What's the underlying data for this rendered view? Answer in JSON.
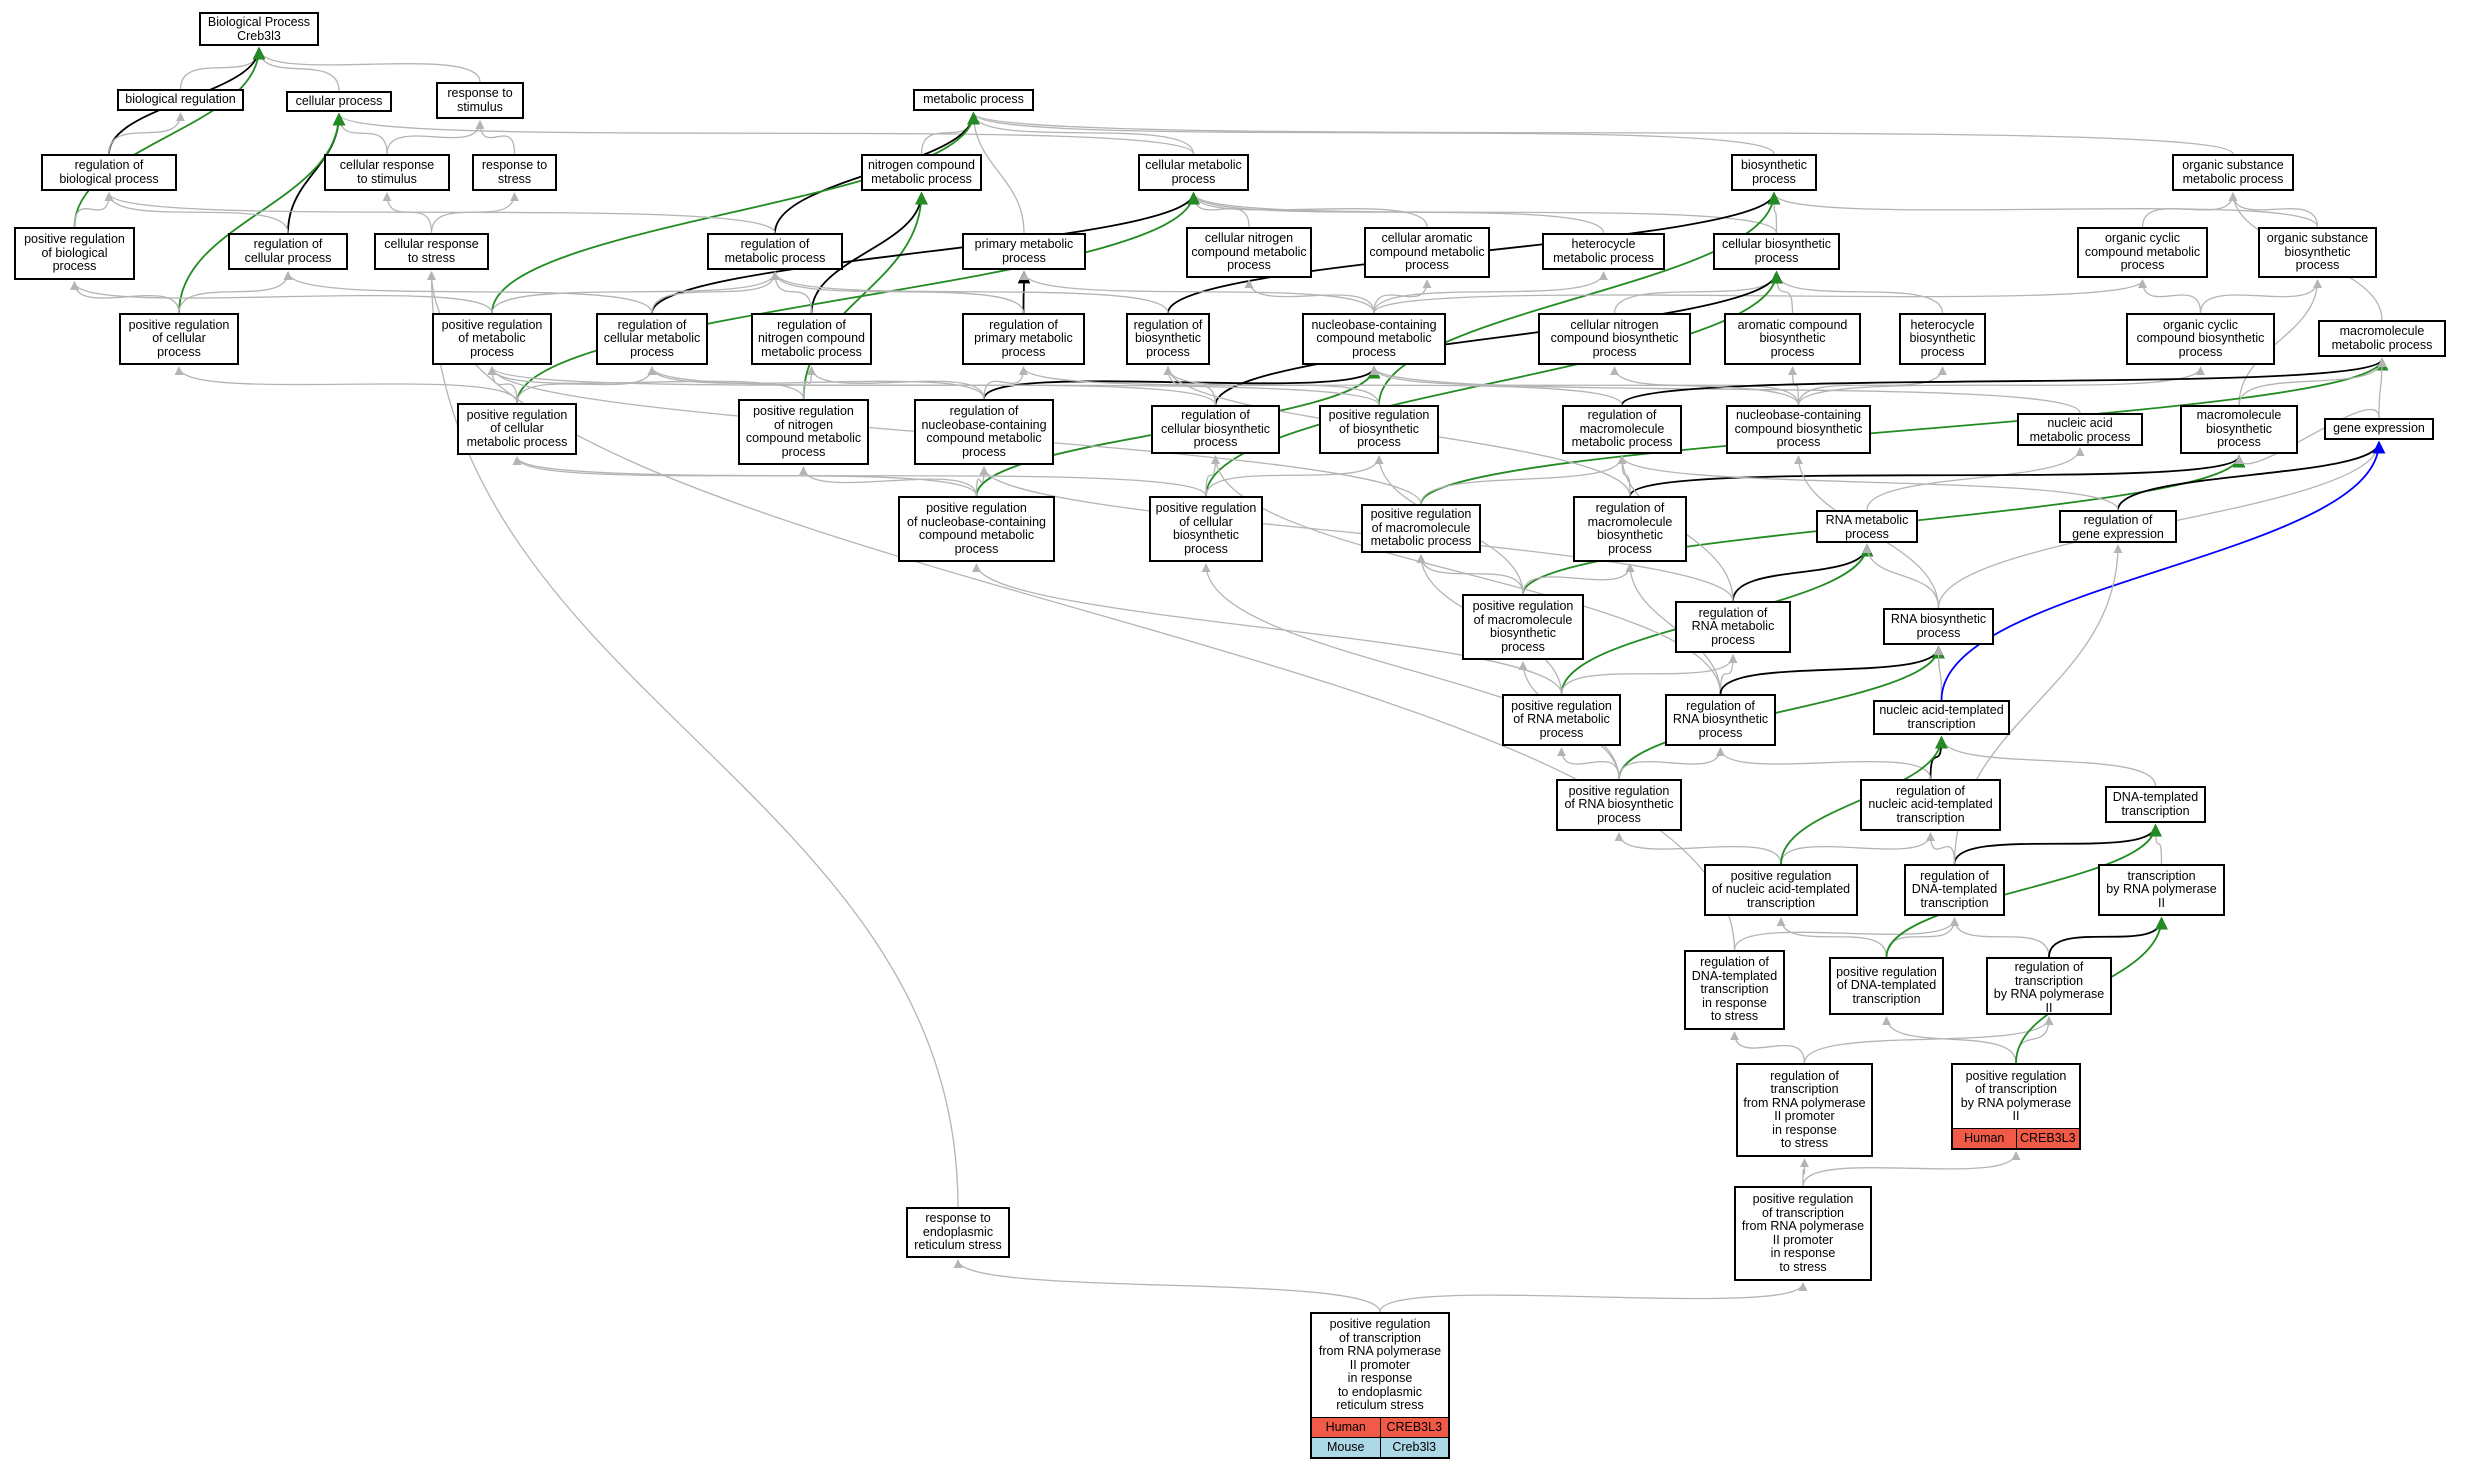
{
  "colors": {
    "default_edge": "#b4b4b4",
    "is_a": "#000000",
    "positively_regulates": "#228b22",
    "part_of": "#0000ff",
    "human": "#f15a46",
    "mouse": "#add8e6"
  },
  "nodes": [
    {
      "id": "bp",
      "label": "Biological Process\nCreb3l3"
    },
    {
      "id": "bioreg",
      "label": "biological regulation"
    },
    {
      "id": "cellproc",
      "label": "cellular process"
    },
    {
      "id": "resp_stim",
      "label": "response to\nstimulus"
    },
    {
      "id": "metab",
      "label": "metabolic process"
    },
    {
      "id": "reg_bio",
      "label": "regulation of\nbiological process"
    },
    {
      "id": "cell_resp_stim",
      "label": "cellular response\nto stimulus"
    },
    {
      "id": "resp_stress",
      "label": "response to\nstress"
    },
    {
      "id": "nitro_metab",
      "label": "nitrogen compound\nmetabolic process"
    },
    {
      "id": "cell_metab",
      "label": "cellular metabolic\nprocess"
    },
    {
      "id": "biosyn",
      "label": "biosynthetic\nprocess"
    },
    {
      "id": "org_sub_metab",
      "label": "organic substance\nmetabolic process"
    },
    {
      "id": "pos_reg_bio",
      "label": "positive regulation\nof biological\nprocess"
    },
    {
      "id": "reg_cell_proc",
      "label": "regulation of\ncellular process"
    },
    {
      "id": "cell_resp_stress",
      "label": "cellular response\nto stress"
    },
    {
      "id": "reg_metab",
      "label": "regulation of\nmetabolic process"
    },
    {
      "id": "prim_metab",
      "label": "primary metabolic\nprocess"
    },
    {
      "id": "cell_nitro_metab",
      "label": "cellular nitrogen\ncompound metabolic\nprocess"
    },
    {
      "id": "cell_arom_metab",
      "label": "cellular aromatic\ncompound metabolic\nprocess"
    },
    {
      "id": "hetero_metab",
      "label": "heterocycle\nmetabolic process"
    },
    {
      "id": "cell_biosyn",
      "label": "cellular biosynthetic\nprocess"
    },
    {
      "id": "org_cyc_metab",
      "label": "organic cyclic\ncompound metabolic\nprocess"
    },
    {
      "id": "org_sub_biosyn",
      "label": "organic substance\nbiosynthetic\nprocess"
    },
    {
      "id": "pos_reg_cell_proc",
      "label": "positive regulation\nof cellular\nprocess"
    },
    {
      "id": "pos_reg_metab",
      "label": "positive regulation\nof metabolic\nprocess"
    },
    {
      "id": "reg_cell_metab",
      "label": "regulation of\ncellular metabolic\nprocess"
    },
    {
      "id": "reg_nitro_metab",
      "label": "regulation of\nnitrogen compound\nmetabolic process"
    },
    {
      "id": "reg_prim_metab",
      "label": "regulation of\nprimary metabolic\nprocess"
    },
    {
      "id": "reg_biosyn",
      "label": "regulation of\nbiosynthetic\nprocess"
    },
    {
      "id": "nucbase_metab",
      "label": "nucleobase-containing\ncompound metabolic\nprocess"
    },
    {
      "id": "cell_nitro_biosyn",
      "label": "cellular nitrogen\ncompound biosynthetic\nprocess"
    },
    {
      "id": "arom_biosyn",
      "label": "aromatic compound\nbiosynthetic\nprocess"
    },
    {
      "id": "hetero_biosyn",
      "label": "heterocycle\nbiosynthetic\nprocess"
    },
    {
      "id": "org_cyc_biosyn",
      "label": "organic cyclic\ncompound biosynthetic\nprocess"
    },
    {
      "id": "macro_metab",
      "label": "macromolecule\nmetabolic process"
    },
    {
      "id": "pos_reg_cell_metab",
      "label": "positive regulation\nof cellular\nmetabolic process"
    },
    {
      "id": "pos_reg_nitro",
      "label": "positive regulation\nof nitrogen\ncompound metabolic\nprocess"
    },
    {
      "id": "reg_nucbase",
      "label": "regulation of\nnucleobase-containing\ncompound metabolic\nprocess"
    },
    {
      "id": "reg_cell_biosyn",
      "label": "regulation of\ncellular biosynthetic\nprocess"
    },
    {
      "id": "pos_reg_biosyn",
      "label": "positive regulation\nof biosynthetic\nprocess"
    },
    {
      "id": "reg_macro_metab",
      "label": "regulation of\nmacromolecule\nmetabolic process"
    },
    {
      "id": "nucbase_biosyn",
      "label": "nucleobase-containing\ncompound biosynthetic\nprocess"
    },
    {
      "id": "nucacid_metab",
      "label": "nucleic acid\nmetabolic process"
    },
    {
      "id": "macro_biosyn",
      "label": "macromolecule\nbiosynthetic\nprocess"
    },
    {
      "id": "gene_expr",
      "label": "gene expression"
    },
    {
      "id": "pos_reg_nucbase",
      "label": "positive regulation\nof nucleobase-containing\ncompound metabolic\nprocess"
    },
    {
      "id": "pos_reg_cell_biosyn",
      "label": "positive regulation\nof cellular\nbiosynthetic\nprocess"
    },
    {
      "id": "pos_reg_macro_metab",
      "label": "positive regulation\nof macromolecule\nmetabolic process"
    },
    {
      "id": "reg_macro_biosyn",
      "label": "regulation of\nmacromolecule\nbiosynthetic\nprocess"
    },
    {
      "id": "rna_metab",
      "label": "RNA metabolic\nprocess"
    },
    {
      "id": "reg_gene_expr",
      "label": "regulation of\ngene expression"
    },
    {
      "id": "pos_reg_macro_biosyn",
      "label": "positive regulation\nof macromolecule\nbiosynthetic\nprocess"
    },
    {
      "id": "reg_rna_metab",
      "label": "regulation of\nRNA metabolic\nprocess"
    },
    {
      "id": "rna_biosyn",
      "label": "RNA biosynthetic\nprocess"
    },
    {
      "id": "pos_reg_rna_metab",
      "label": "positive regulation\nof RNA metabolic\nprocess"
    },
    {
      "id": "reg_rna_biosyn",
      "label": "regulation of\nRNA biosynthetic\nprocess"
    },
    {
      "id": "nucacid_transc",
      "label": "nucleic acid-templated\ntranscription"
    },
    {
      "id": "pos_reg_rna_biosyn",
      "label": "positive regulation\nof RNA biosynthetic\nprocess"
    },
    {
      "id": "reg_nucacid_transc",
      "label": "regulation of\nnucleic acid-templated\ntranscription"
    },
    {
      "id": "dna_transc",
      "label": "DNA-templated\ntranscription"
    },
    {
      "id": "pos_reg_nucacid_transc",
      "label": "positive regulation\nof nucleic acid-templated\ntranscription"
    },
    {
      "id": "reg_dna_transc",
      "label": "regulation of\nDNA-templated\ntranscription"
    },
    {
      "id": "transc_pol2",
      "label": "transcription\nby RNA polymerase\nII"
    },
    {
      "id": "reg_dna_transc_stress",
      "label": "regulation of\nDNA-templated\ntranscription\nin response\nto stress"
    },
    {
      "id": "pos_reg_dna_transc",
      "label": "positive regulation\nof DNA-templated\ntranscription"
    },
    {
      "id": "reg_transc_pol2",
      "label": "regulation of\ntranscription\nby RNA polymerase\nII"
    },
    {
      "id": "reg_transc_pol2_prom_stress",
      "label": "regulation of\ntranscription\nfrom RNA polymerase\nII promoter\nin response\nto stress"
    },
    {
      "id": "pos_reg_transc_pol2",
      "label": "positive regulation\nof transcription\nby RNA polymerase\nII",
      "rows": [
        {
          "species": "Human",
          "gene": "CREB3L3",
          "color": "#f15a46"
        }
      ]
    },
    {
      "id": "resp_er_stress",
      "label": "response to\nendoplasmic\nreticulum stress"
    },
    {
      "id": "pos_reg_transc_pol2_prom_stress",
      "label": "positive regulation\nof transcription\nfrom RNA polymerase\nII promoter\nin response\nto stress"
    },
    {
      "id": "target",
      "label": "positive regulation\nof transcription\nfrom RNA polymerase\nII promoter\nin response\nto endoplasmic\nreticulum stress",
      "rows": [
        {
          "species": "Human",
          "gene": "CREB3L3",
          "color": "#f15a46"
        },
        {
          "species": "Mouse",
          "gene": "Creb3l3",
          "color": "#add8e6"
        }
      ]
    }
  ],
  "edges": [
    [
      "bioreg",
      "bp",
      "default"
    ],
    [
      "cellproc",
      "bp",
      "default"
    ],
    [
      "resp_stim",
      "bp",
      "default"
    ],
    [
      "reg_bio",
      "bp",
      "is_a"
    ],
    [
      "pos_reg_bio",
      "bp",
      "positively_regulates"
    ],
    [
      "reg_bio",
      "bioreg",
      "default"
    ],
    [
      "cell_resp_stim",
      "cellproc",
      "default"
    ],
    [
      "cell_resp_stim",
      "resp_stim",
      "default"
    ],
    [
      "resp_stress",
      "resp_stim",
      "default"
    ],
    [
      "cell_metab",
      "cellproc",
      "default"
    ],
    [
      "reg_cell_proc",
      "cellproc",
      "is_a"
    ],
    [
      "pos_reg_cell_proc",
      "cellproc",
      "positively_regulates"
    ],
    [
      "nitro_metab",
      "metab",
      "default"
    ],
    [
      "cell_metab",
      "metab",
      "default"
    ],
    [
      "biosyn",
      "metab",
      "default"
    ],
    [
      "org_sub_metab",
      "metab",
      "default"
    ],
    [
      "prim_metab",
      "metab",
      "default"
    ],
    [
      "reg_metab",
      "metab",
      "is_a"
    ],
    [
      "pos_reg_metab",
      "metab",
      "positively_regulates"
    ],
    [
      "pos_reg_bio",
      "reg_bio",
      "default"
    ],
    [
      "reg_cell_proc",
      "reg_bio",
      "default"
    ],
    [
      "reg_metab",
      "reg_bio",
      "default"
    ],
    [
      "cell_resp_stress",
      "cell_resp_stim",
      "default"
    ],
    [
      "cell_resp_stress",
      "resp_stress",
      "default"
    ],
    [
      "reg_nitro_metab",
      "nitro_metab",
      "is_a"
    ],
    [
      "pos_reg_nitro",
      "nitro_metab",
      "positively_regulates"
    ],
    [
      "cell_nitro_metab",
      "cell_metab",
      "default"
    ],
    [
      "cell_arom_metab",
      "cell_metab",
      "default"
    ],
    [
      "hetero_metab",
      "cell_metab",
      "default"
    ],
    [
      "cell_biosyn",
      "cell_metab",
      "default"
    ],
    [
      "reg_cell_metab",
      "cell_metab",
      "is_a"
    ],
    [
      "pos_reg_cell_metab",
      "cell_metab",
      "positively_regulates"
    ],
    [
      "cell_biosyn",
      "biosyn",
      "default"
    ],
    [
      "org_sub_biosyn",
      "biosyn",
      "default"
    ],
    [
      "reg_biosyn",
      "biosyn",
      "is_a"
    ],
    [
      "pos_reg_biosyn",
      "biosyn",
      "positively_regulates"
    ],
    [
      "org_cyc_metab",
      "org_sub_metab",
      "default"
    ],
    [
      "org_sub_biosyn",
      "org_sub_metab",
      "default"
    ],
    [
      "macro_metab",
      "org_sub_metab",
      "default"
    ],
    [
      "pos_reg_cell_proc",
      "pos_reg_bio",
      "default"
    ],
    [
      "pos_reg_cell_proc",
      "reg_cell_proc",
      "default"
    ],
    [
      "reg_cell_metab",
      "reg_cell_proc",
      "default"
    ],
    [
      "reg_prim_metab",
      "prim_metab",
      "is_a"
    ],
    [
      "nucbase_metab",
      "cell_nitro_metab",
      "default"
    ],
    [
      "nucbase_metab",
      "hetero_metab",
      "default"
    ],
    [
      "nucbase_metab",
      "cell_arom_metab",
      "default"
    ],
    [
      "nucbase_metab",
      "org_cyc_metab",
      "default"
    ],
    [
      "nucbase_metab",
      "prim_metab",
      "default"
    ],
    [
      "cell_nitro_biosyn",
      "cell_biosyn",
      "default"
    ],
    [
      "arom_biosyn",
      "cell_biosyn",
      "default"
    ],
    [
      "hetero_biosyn",
      "cell_biosyn",
      "default"
    ],
    [
      "reg_cell_biosyn",
      "cell_biosyn",
      "is_a"
    ],
    [
      "pos_reg_cell_biosyn",
      "cell_biosyn",
      "positively_regulates"
    ],
    [
      "org_cyc_biosyn",
      "org_cyc_metab",
      "default"
    ],
    [
      "org_cyc_biosyn",
      "org_sub_biosyn",
      "default"
    ],
    [
      "macro_biosyn",
      "org_sub_biosyn",
      "default"
    ],
    [
      "pos_reg_metab",
      "pos_reg_bio",
      "default"
    ],
    [
      "pos_reg_metab",
      "reg_metab",
      "default"
    ],
    [
      "reg_cell_metab",
      "reg_metab",
      "default"
    ],
    [
      "reg_nitro_metab",
      "reg_metab",
      "default"
    ],
    [
      "reg_prim_metab",
      "reg_metab",
      "default"
    ],
    [
      "reg_biosyn",
      "reg_metab",
      "default"
    ],
    [
      "reg_nucbase",
      "nucbase_metab",
      "is_a"
    ],
    [
      "pos_reg_nucbase",
      "nucbase_metab",
      "positively_regulates"
    ],
    [
      "nucacid_metab",
      "nucbase_metab",
      "default"
    ],
    [
      "nucbase_biosyn",
      "cell_nitro_biosyn",
      "default"
    ],
    [
      "nucbase_biosyn",
      "arom_biosyn",
      "default"
    ],
    [
      "nucbase_biosyn",
      "hetero_biosyn",
      "default"
    ],
    [
      "nucbase_biosyn",
      "org_cyc_biosyn",
      "default"
    ],
    [
      "reg_macro_metab",
      "macro_metab",
      "is_a"
    ],
    [
      "pos_reg_macro_metab",
      "macro_metab",
      "positively_regulates"
    ],
    [
      "macro_biosyn",
      "macro_metab",
      "default"
    ],
    [
      "gene_expr",
      "macro_metab",
      "default"
    ],
    [
      "pos_reg_cell_metab",
      "pos_reg_cell_proc",
      "default"
    ],
    [
      "pos_reg_cell_metab",
      "reg_cell_metab",
      "default"
    ],
    [
      "pos_reg_cell_metab",
      "pos_reg_metab",
      "default"
    ],
    [
      "pos_reg_nitro",
      "pos_reg_metab",
      "default"
    ],
    [
      "pos_reg_nitro",
      "reg_nitro_metab",
      "default"
    ],
    [
      "reg_nucbase",
      "reg_cell_metab",
      "default"
    ],
    [
      "reg_nucbase",
      "reg_nitro_metab",
      "default"
    ],
    [
      "reg_nucbase",
      "reg_prim_metab",
      "default"
    ],
    [
      "reg_cell_biosyn",
      "reg_biosyn",
      "default"
    ],
    [
      "reg_cell_biosyn",
      "reg_cell_metab",
      "default"
    ],
    [
      "pos_reg_biosyn",
      "reg_biosyn",
      "default"
    ],
    [
      "pos_reg_biosyn",
      "pos_reg_metab",
      "default"
    ],
    [
      "reg_macro_metab",
      "reg_prim_metab",
      "default"
    ],
    [
      "nucbase_biosyn",
      "nucbase_metab",
      "default"
    ],
    [
      "rna_metab",
      "nucacid_metab",
      "default"
    ],
    [
      "reg_macro_biosyn",
      "macro_biosyn",
      "is_a"
    ],
    [
      "pos_reg_macro_biosyn",
      "macro_biosyn",
      "positively_regulates"
    ],
    [
      "gene_expr",
      "macro_biosyn",
      "default"
    ],
    [
      "reg_gene_expr",
      "gene_expr",
      "is_a"
    ],
    [
      "pos_reg_nucbase",
      "reg_nucbase",
      "default"
    ],
    [
      "pos_reg_nucbase",
      "pos_reg_cell_metab",
      "default"
    ],
    [
      "pos_reg_nucbase",
      "pos_reg_nitro",
      "default"
    ],
    [
      "pos_reg_cell_biosyn",
      "reg_cell_biosyn",
      "default"
    ],
    [
      "pos_reg_cell_biosyn",
      "pos_reg_biosyn",
      "default"
    ],
    [
      "pos_reg_cell_biosyn",
      "pos_reg_cell_metab",
      "default"
    ],
    [
      "pos_reg_macro_metab",
      "reg_macro_metab",
      "default"
    ],
    [
      "pos_reg_macro_metab",
      "pos_reg_metab",
      "default"
    ],
    [
      "reg_macro_biosyn",
      "reg_macro_metab",
      "default"
    ],
    [
      "reg_macro_biosyn",
      "reg_biosyn",
      "default"
    ],
    [
      "reg_rna_metab",
      "rna_metab",
      "is_a"
    ],
    [
      "pos_reg_rna_metab",
      "rna_metab",
      "positively_regulates"
    ],
    [
      "rna_biosyn",
      "rna_metab",
      "default"
    ],
    [
      "rna_biosyn",
      "nucbase_biosyn",
      "default"
    ],
    [
      "rna_biosyn",
      "gene_expr",
      "default"
    ],
    [
      "reg_gene_expr",
      "reg_macro_metab",
      "default"
    ],
    [
      "pos_reg_macro_biosyn",
      "reg_macro_biosyn",
      "default"
    ],
    [
      "pos_reg_macro_biosyn",
      "pos_reg_biosyn",
      "default"
    ],
    [
      "pos_reg_macro_biosyn",
      "pos_reg_macro_metab",
      "default"
    ],
    [
      "reg_rna_metab",
      "reg_nucbase",
      "default"
    ],
    [
      "reg_rna_metab",
      "reg_macro_metab",
      "default"
    ],
    [
      "pos_reg_rna_metab",
      "reg_rna_metab",
      "default"
    ],
    [
      "pos_reg_rna_metab",
      "pos_reg_nucbase",
      "default"
    ],
    [
      "pos_reg_rna_metab",
      "pos_reg_macro_metab",
      "default"
    ],
    [
      "reg_rna_biosyn",
      "reg_rna_metab",
      "default"
    ],
    [
      "reg_rna_biosyn",
      "reg_cell_biosyn",
      "default"
    ],
    [
      "reg_rna_biosyn",
      "reg_macro_biosyn",
      "default"
    ],
    [
      "reg_rna_biosyn",
      "rna_biosyn",
      "is_a"
    ],
    [
      "pos_reg_rna_biosyn",
      "rna_biosyn",
      "positively_regulates"
    ],
    [
      "nucacid_transc",
      "rna_biosyn",
      "default"
    ],
    [
      "nucacid_transc",
      "gene_expr",
      "part_of"
    ],
    [
      "pos_reg_rna_biosyn",
      "reg_rna_biosyn",
      "default"
    ],
    [
      "pos_reg_rna_biosyn",
      "pos_reg_rna_metab",
      "default"
    ],
    [
      "pos_reg_rna_biosyn",
      "pos_reg_cell_biosyn",
      "default"
    ],
    [
      "pos_reg_rna_biosyn",
      "pos_reg_macro_biosyn",
      "default"
    ],
    [
      "reg_nucacid_transc",
      "nucacid_transc",
      "is_a"
    ],
    [
      "reg_nucacid_transc",
      "reg_rna_biosyn",
      "default"
    ],
    [
      "dna_transc",
      "nucacid_transc",
      "default"
    ],
    [
      "pos_reg_nucacid_transc",
      "reg_nucacid_transc",
      "default"
    ],
    [
      "pos_reg_nucacid_transc",
      "pos_reg_rna_biosyn",
      "default"
    ],
    [
      "pos_reg_nucacid_transc",
      "nucacid_transc",
      "positively_regulates"
    ],
    [
      "reg_dna_transc",
      "dna_transc",
      "is_a"
    ],
    [
      "reg_dna_transc",
      "reg_nucacid_transc",
      "default"
    ],
    [
      "reg_dna_transc",
      "reg_gene_expr",
      "default"
    ],
    [
      "transc_pol2",
      "dna_transc",
      "default"
    ],
    [
      "reg_dna_transc_stress",
      "reg_dna_transc",
      "default"
    ],
    [
      "reg_dna_transc_stress",
      "cell_resp_stress",
      "default"
    ],
    [
      "pos_reg_dna_transc",
      "reg_dna_transc",
      "default"
    ],
    [
      "pos_reg_dna_transc",
      "pos_reg_nucacid_transc",
      "default"
    ],
    [
      "pos_reg_dna_transc",
      "dna_transc",
      "positively_regulates"
    ],
    [
      "reg_transc_pol2",
      "reg_dna_transc",
      "default"
    ],
    [
      "reg_transc_pol2",
      "transc_pol2",
      "is_a"
    ],
    [
      "reg_transc_pol2_prom_stress",
      "reg_dna_transc_stress",
      "default"
    ],
    [
      "reg_transc_pol2_prom_stress",
      "reg_transc_pol2",
      "default"
    ],
    [
      "pos_reg_transc_pol2",
      "reg_transc_pol2",
      "default"
    ],
    [
      "pos_reg_transc_pol2",
      "pos_reg_dna_transc",
      "default"
    ],
    [
      "pos_reg_transc_pol2",
      "transc_pol2",
      "positively_regulates"
    ],
    [
      "pos_reg_transc_pol2_prom_stress",
      "reg_transc_pol2_prom_stress",
      "default"
    ],
    [
      "pos_reg_transc_pol2_prom_stress",
      "pos_reg_transc_pol2",
      "default"
    ],
    [
      "resp_er_stress",
      "cell_resp_stress",
      "default"
    ],
    [
      "target",
      "resp_er_stress",
      "default"
    ],
    [
      "target",
      "pos_reg_transc_pol2_prom_stress",
      "default"
    ]
  ]
}
